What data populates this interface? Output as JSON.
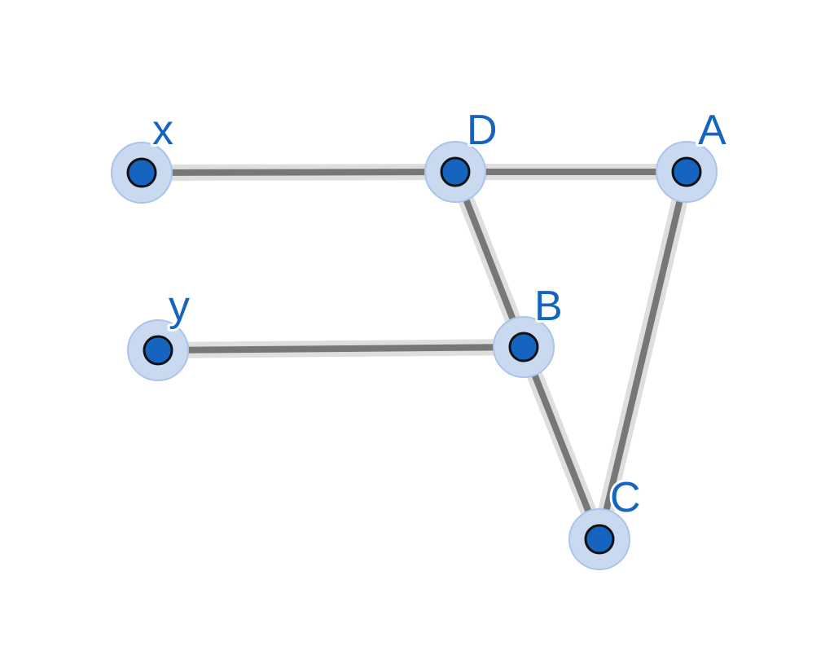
{
  "graph": {
    "node_color": "#1565c0",
    "edge_color": "#777777",
    "nodes": [
      {
        "id": "x",
        "label": "x"
      },
      {
        "id": "D",
        "label": "D"
      },
      {
        "id": "A",
        "label": "A"
      },
      {
        "id": "y",
        "label": "y"
      },
      {
        "id": "B",
        "label": "B"
      },
      {
        "id": "C",
        "label": "C"
      }
    ],
    "edges": [
      {
        "from": "x",
        "to": "D"
      },
      {
        "from": "D",
        "to": "A"
      },
      {
        "from": "D",
        "to": "B"
      },
      {
        "from": "y",
        "to": "B"
      },
      {
        "from": "B",
        "to": "C"
      },
      {
        "from": "A",
        "to": "C"
      }
    ]
  }
}
